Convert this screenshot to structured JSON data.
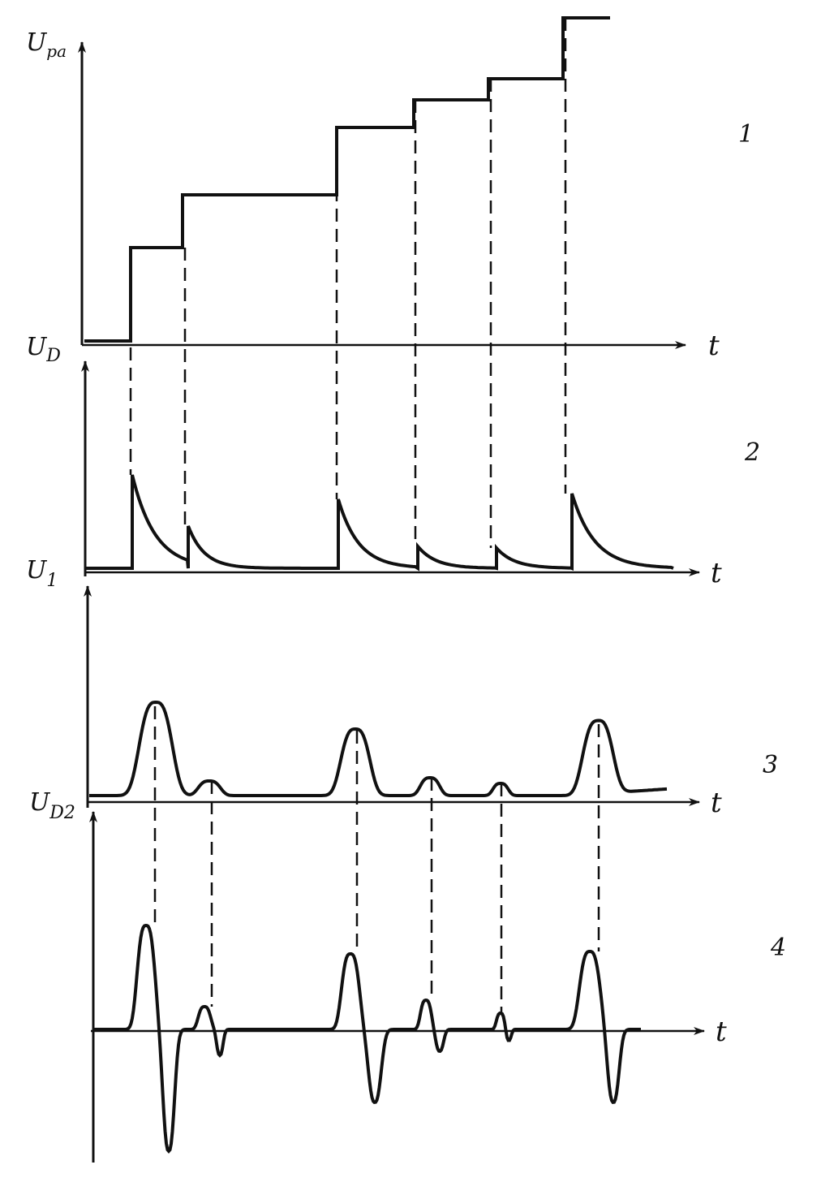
{
  "axes": {
    "panel1": {
      "y_label_main": "U",
      "y_label_sub": "pa",
      "baseline_label_main": "U",
      "baseline_label_sub": "D",
      "x_label": "t",
      "panel_number": "1"
    },
    "panel2": {
      "baseline_label_main": "U",
      "baseline_label_sub": "1",
      "x_label": "t",
      "panel_number": "2"
    },
    "panel3": {
      "baseline_label_main": "U",
      "baseline_label_sub": "D2",
      "x_label": "t",
      "panel_number": "3"
    },
    "panel4": {
      "x_label": "t",
      "panel_number": "4"
    }
  },
  "colors": {
    "ink": "#111111",
    "background": "#ffffff"
  }
}
